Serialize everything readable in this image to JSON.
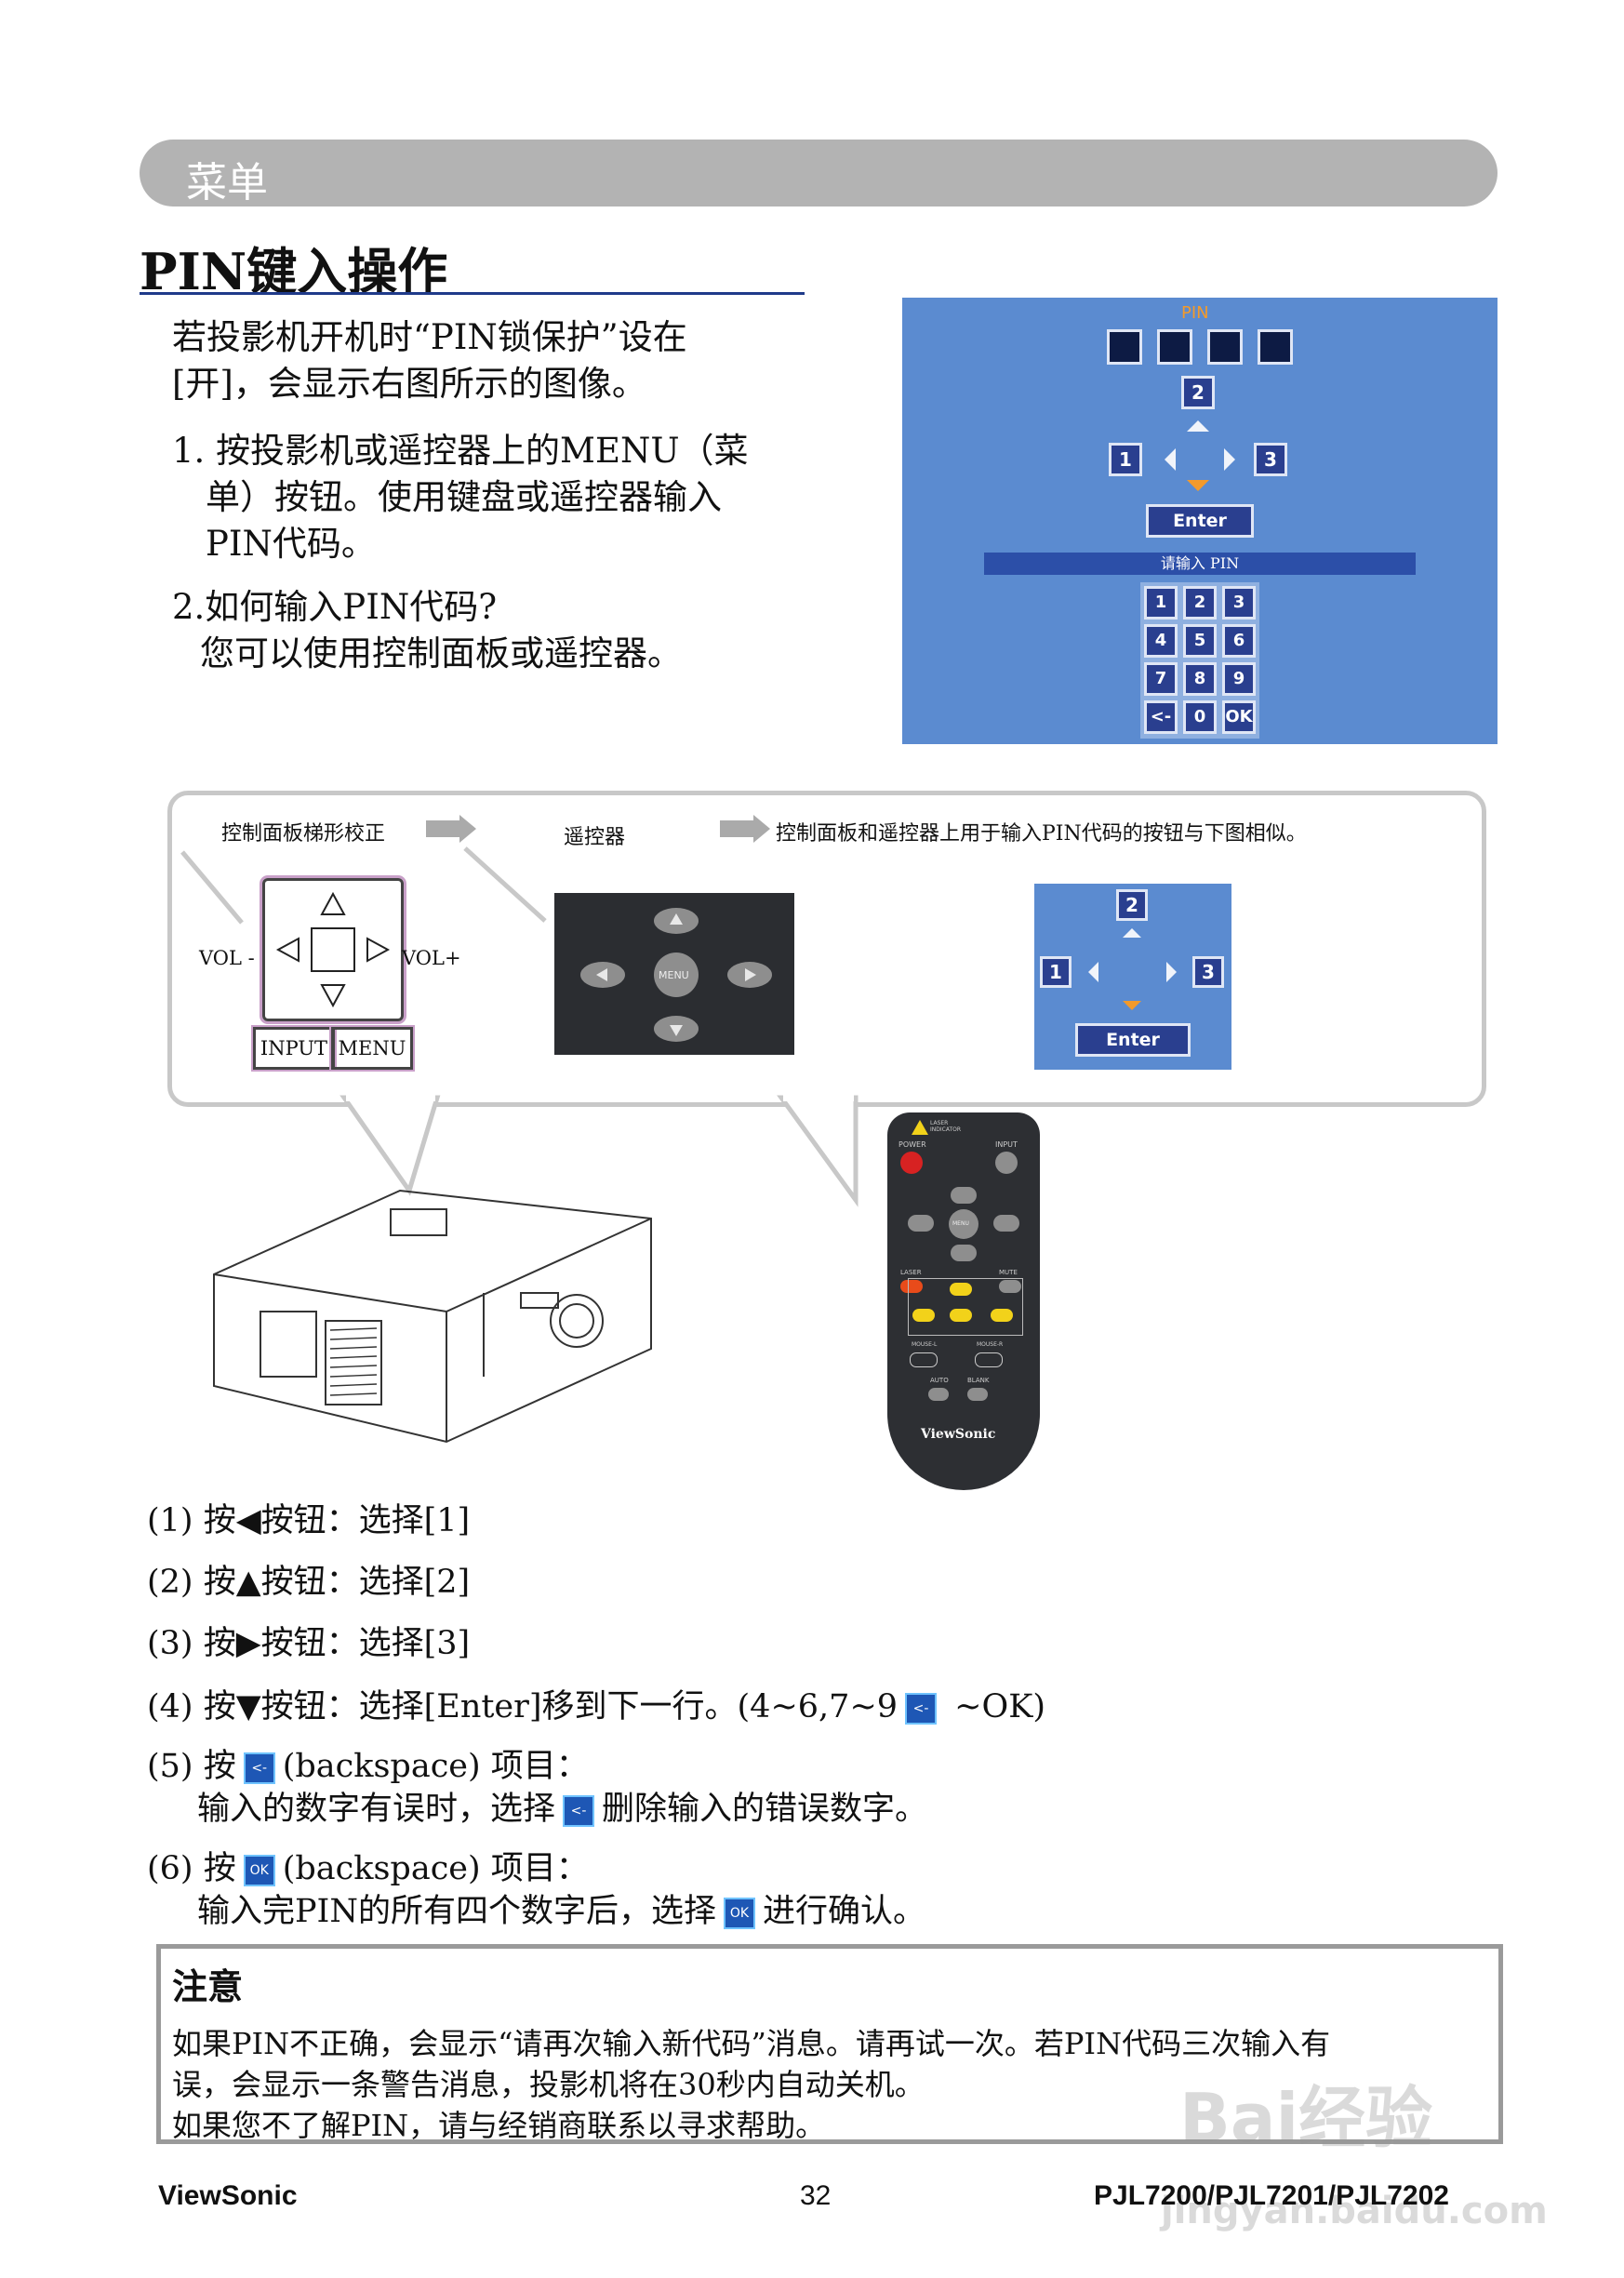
{
  "section_title": "菜单",
  "heading": "PIN键入操作",
  "intro": [
    "若投影机开机时“PIN锁保护”设在",
    "[开]，会显示右图所示的图像。"
  ],
  "step1": [
    "1.  按投影机或遥控器上的MENU（菜",
    "单）按钮。使用键盘或遥控器输入",
    "PIN代码。"
  ],
  "step2": [
    "2.如何输入PIN代码?",
    "您可以使用控制面板或遥控器。"
  ],
  "pin_screen": {
    "title": "PIN",
    "key_up": "2",
    "key_left": "1",
    "key_right": "3",
    "enter": "Enter",
    "prompt": "请输入  PIN",
    "keypad": [
      "1",
      "2",
      "3",
      "4",
      "5",
      "6",
      "7",
      "8",
      "9",
      "<-",
      "0",
      "OK"
    ]
  },
  "panel": {
    "label1": "控制面板梯形校正",
    "label2": "遥控器",
    "label3": "控制面板和遥控器上用于输入PIN代码的按钮与下图相似。",
    "vol_minus": "VOL -",
    "vol_plus": "VOL+",
    "input_btn": "INPUT",
    "menu_btn": "MENU",
    "remote_menu": "MENU",
    "sample": {
      "up": "2",
      "left": "1",
      "right": "3",
      "enter": "Enter"
    }
  },
  "remote": {
    "laser_indicator": "LASER INDICATOR",
    "power": "POWER",
    "input": "INPUT",
    "menu": "MENU",
    "laser": "LASER",
    "mute": "MUTE",
    "mouse_l": "MOUSE-L",
    "mouse_r": "MOUSE-R",
    "auto": "AUTO",
    "blank": "BLANK",
    "brand": "ViewSonic"
  },
  "steps": [
    "(1)  按◀按钮：选择[1]",
    "(2)  按▲按钮：选择[2]",
    "(3)  按▶按钮：选择[3]",
    "(4)  按▼按钮：选择[Enter]移到下一行。(4~6,7~9",
    " ~OK)",
    "(5)  按",
    "(backspace) 项目：",
    "输入的数字有误时，选择",
    "删除输入的错误数字。",
    "(6)  按",
    "(backspace) 项目：",
    "输入完PIN的所有四个数字后，选择",
    "进行确认。"
  ],
  "mini_icons": {
    "back": "<-",
    "ok": "OK"
  },
  "note": {
    "title": "注意",
    "lines": [
      "如果PIN不正确，会显示“请再次输入新代码”消息。请再试一次。若PIN代码三次输入有",
      "误，会显示一条警告消息，投影机将在30秒内自动关机。",
      "如果您不了解PIN，请与经销商联系以寻求帮助。"
    ]
  },
  "footer": {
    "brand": "ViewSonic",
    "page": "32",
    "model": "PJL7200/PJL7201/PJL7202"
  },
  "watermark": {
    "text": "Bai经验",
    "url": "jingyan.baidu.com"
  },
  "colors": {
    "screen_bg": "#5b8bd0",
    "key_bg": "#2a3f8f",
    "accent": "#f39a2b",
    "rule": "#1f3a8a"
  }
}
